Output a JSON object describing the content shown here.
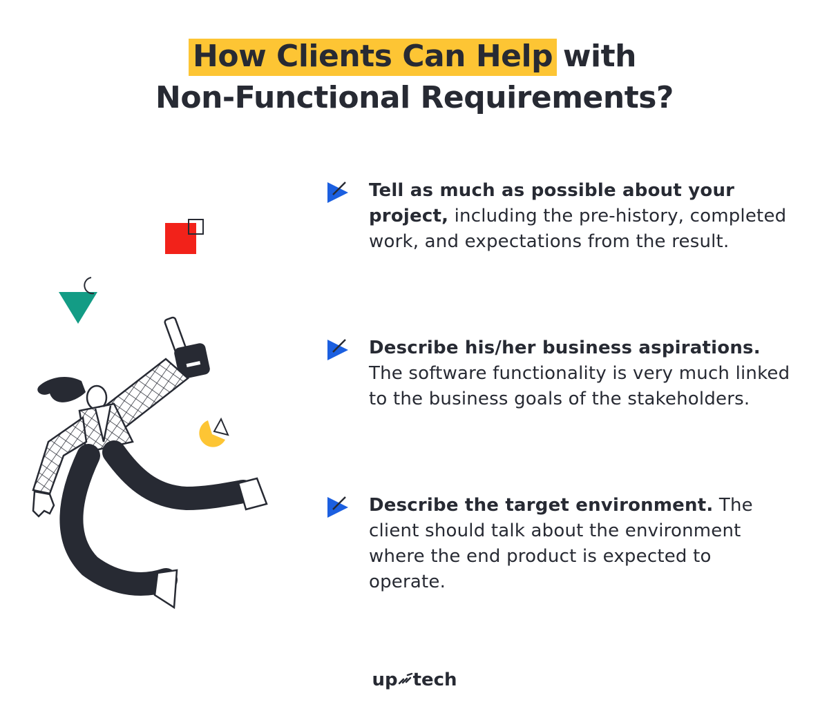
{
  "title": {
    "highlight": "How Clients Can Help",
    "line1_rest": " with",
    "line2": "Non-Functional Requirements?",
    "highlight_color": "#fdc534"
  },
  "items": [
    {
      "bold": "Tell as much as possible about your project,",
      "rest": " including the pre-history, completed work, and expectations from the result."
    },
    {
      "bold": "Describe his/her business aspirations.",
      "rest": " The software functionality is very much linked to the business goals of the stakeholders."
    },
    {
      "bold": "Describe the target environment.",
      "rest": " The client should talk about the environment where the end product is expected to operate."
    }
  ],
  "logo": {
    "left": "up",
    "right": "tech"
  },
  "colors": {
    "bullet": "#1b5fe0",
    "red": "#f2221a",
    "green": "#139c85",
    "yellow": "#fdc534",
    "dark": "#272a33"
  },
  "icons": [
    "check-bullet-icon",
    "red-square-icon",
    "green-triangle-icon",
    "yellow-pie-icon",
    "uptech-logo-mark-icon"
  ]
}
